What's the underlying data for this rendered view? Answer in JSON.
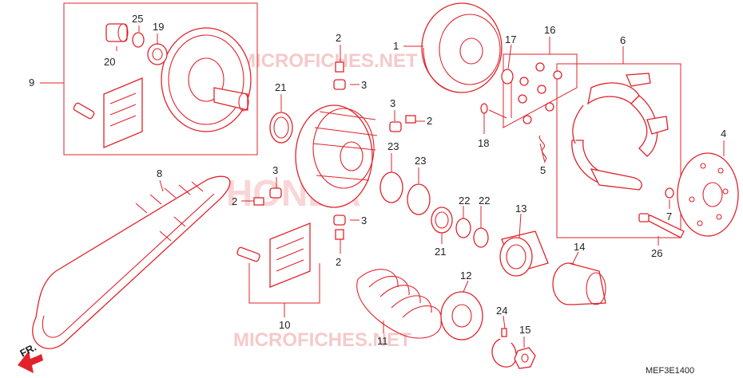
{
  "diagram_code": "MEF3E1400",
  "direction_label": "FR.",
  "watermarks": [
    "MICROFICHES.NET",
    "HONDA",
    "MICROFICHES.NET"
  ],
  "colors": {
    "line": "#e0232b",
    "text": "#222222",
    "watermark": "#f6c9cb"
  },
  "part_labels": [
    "1",
    "2",
    "2",
    "2",
    "2",
    "3",
    "3",
    "3",
    "3",
    "4",
    "5",
    "6",
    "7",
    "8",
    "9",
    "10",
    "11",
    "12",
    "13",
    "14",
    "15",
    "16",
    "17",
    "18",
    "19",
    "20",
    "21",
    "21",
    "22",
    "22",
    "23",
    "23",
    "24",
    "25",
    "26"
  ]
}
